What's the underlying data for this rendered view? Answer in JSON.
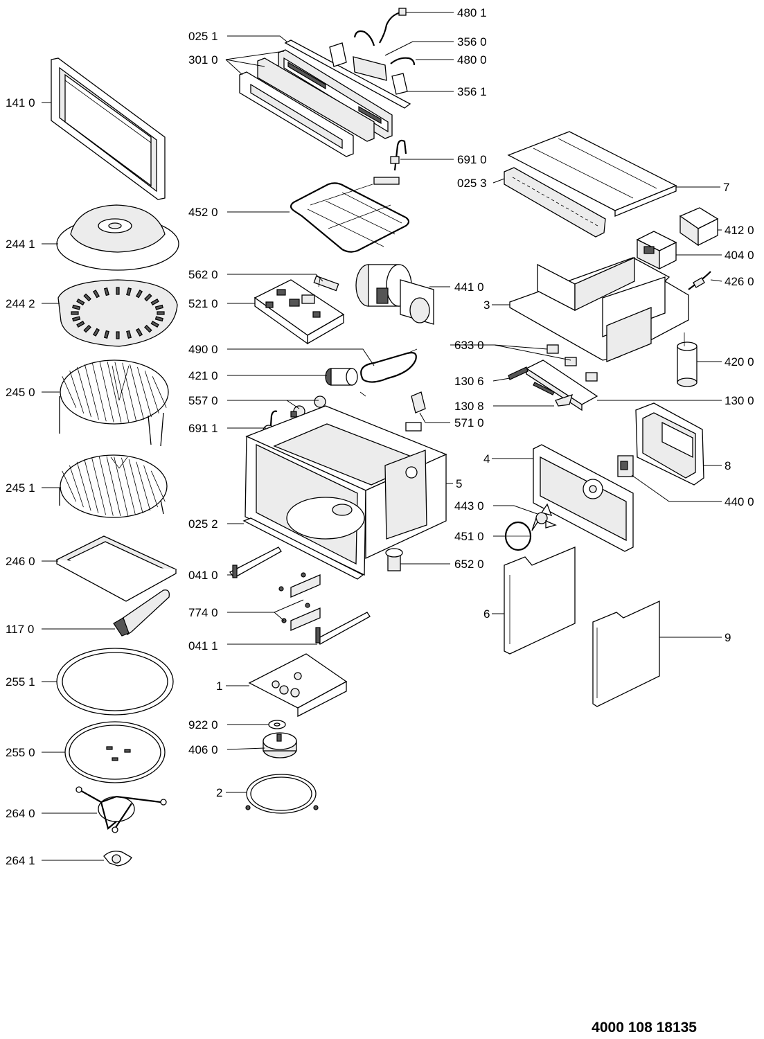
{
  "document_number": "4000 108 18135",
  "callouts": {
    "c01": "480 1",
    "c02": "025 1",
    "c03": "356 0",
    "c04": "301 0",
    "c05": "480 0",
    "c06": "356 1",
    "c07": "141 0",
    "c08": "691 0",
    "c09": "025 3",
    "c10": "7",
    "c11": "452 0",
    "c12": "244 1",
    "c13": "412 0",
    "c14": "404 0",
    "c15": "562 0",
    "c16": "426 0",
    "c17": "441 0",
    "c18": "521 0",
    "c19": "244 2",
    "c20": "3",
    "c21": "490 0",
    "c22": "633 0",
    "c23": "420 0",
    "c24": "421 0",
    "c25": "245 0",
    "c26": "130 6",
    "c27": "557 0",
    "c28": "130 8",
    "c29": "130 0",
    "c30": "571 0",
    "c31": "691 1",
    "c32": "4",
    "c33": "8",
    "c34": "5",
    "c35": "245 1",
    "c36": "443 0",
    "c37": "440 0",
    "c38": "025 2",
    "c39": "451 0",
    "c40": "246 0",
    "c41": "652 0",
    "c42": "041 0",
    "c43": "6",
    "c44": "774 0",
    "c45": "117 0",
    "c46": "041 1",
    "c47": "9",
    "c48": "255 1",
    "c49": "1",
    "c50": "922 0",
    "c51": "255 0",
    "c52": "406 0",
    "c53": "2",
    "c54": "264 0",
    "c55": "264 1"
  }
}
